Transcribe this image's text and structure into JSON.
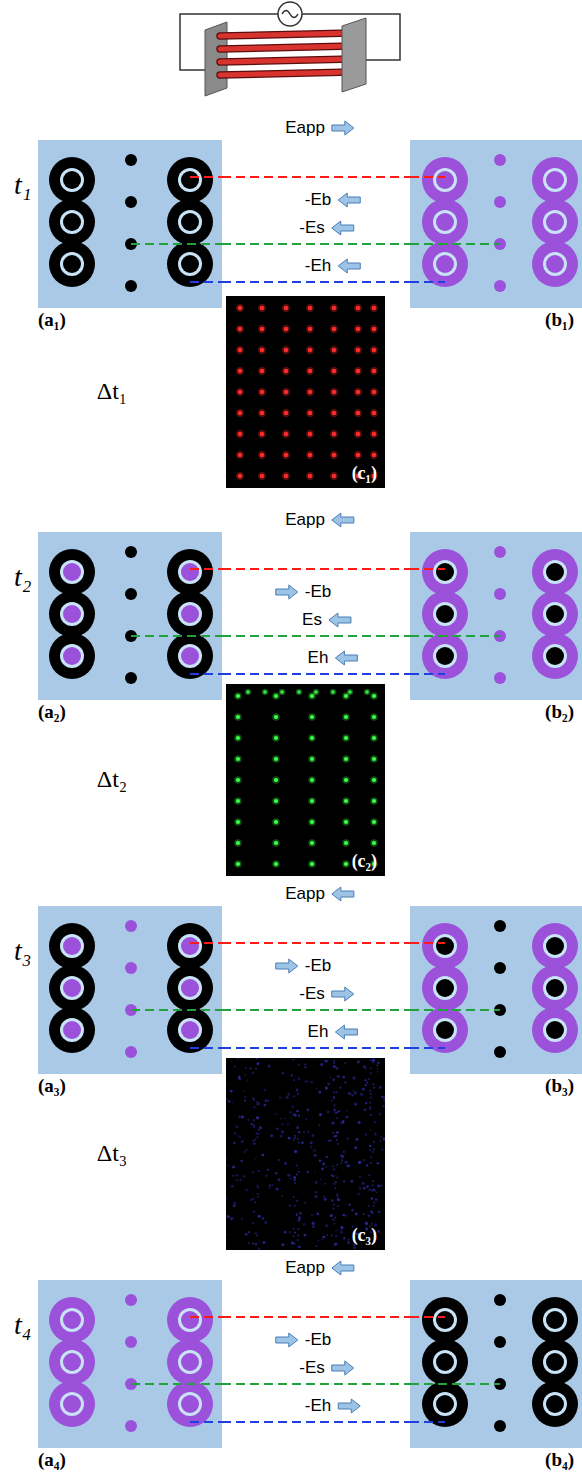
{
  "diagram": {
    "nodes": [
      {
        "text": [
          "(a₁)"
        ]
      },
      {
        "text": [
          "(b₁)"
        ]
      },
      {
        "text": [
          "(c₁)"
        ]
      },
      {
        "text": [
          "(a₂)"
        ]
      },
      {
        "text": [
          "(b₂)"
        ]
      },
      {
        "text": [
          "(c₂)"
        ]
      },
      {
        "text": [
          "(a₃)"
        ]
      },
      {
        "text": [
          "(b₃)"
        ]
      },
      {
        "text": [
          "(c₃)"
        ]
      },
      {
        "text": [
          "(a₄)"
        ]
      },
      {
        "text": [
          "(b₄)"
        ]
      }
    ],
    "edges": [
      {
        "from": 0,
        "to": 1,
        "arrow": "none"
      },
      {
        "from": 0,
        "to": 1,
        "arrow": "none"
      },
      {
        "from": 0,
        "to": 1,
        "arrow": "none"
      },
      {
        "from": 3,
        "to": 4,
        "arrow": "none"
      },
      {
        "from": 3,
        "to": 4,
        "arrow": "none"
      },
      {
        "from": 3,
        "to": 4,
        "arrow": "none"
      },
      {
        "from": 6,
        "to": 7,
        "arrow": "none"
      },
      {
        "from": 6,
        "to": 7,
        "arrow": "none"
      },
      {
        "from": 6,
        "to": 7,
        "arrow": "none"
      },
      {
        "from": 9,
        "to": 10,
        "arrow": "none"
      },
      {
        "from": 9,
        "to": 10,
        "arrow": "none"
      },
      {
        "from": 9,
        "to": 10,
        "arrow": "none"
      }
    ],
    "labels": [
      "t₁",
      "Eapp",
      "-Eb",
      "-Es",
      "-Eh",
      "Δt₁",
      "t₂",
      "Eapp",
      "-Eb",
      "Es",
      "Eh",
      "Δt₂",
      "t₃",
      "Eapp",
      "-Eb",
      "-Es",
      "Eh",
      "Δt₃",
      "t₄",
      "Eapp",
      "-Eb",
      "-Es",
      "-Eh"
    ]
  }
}
